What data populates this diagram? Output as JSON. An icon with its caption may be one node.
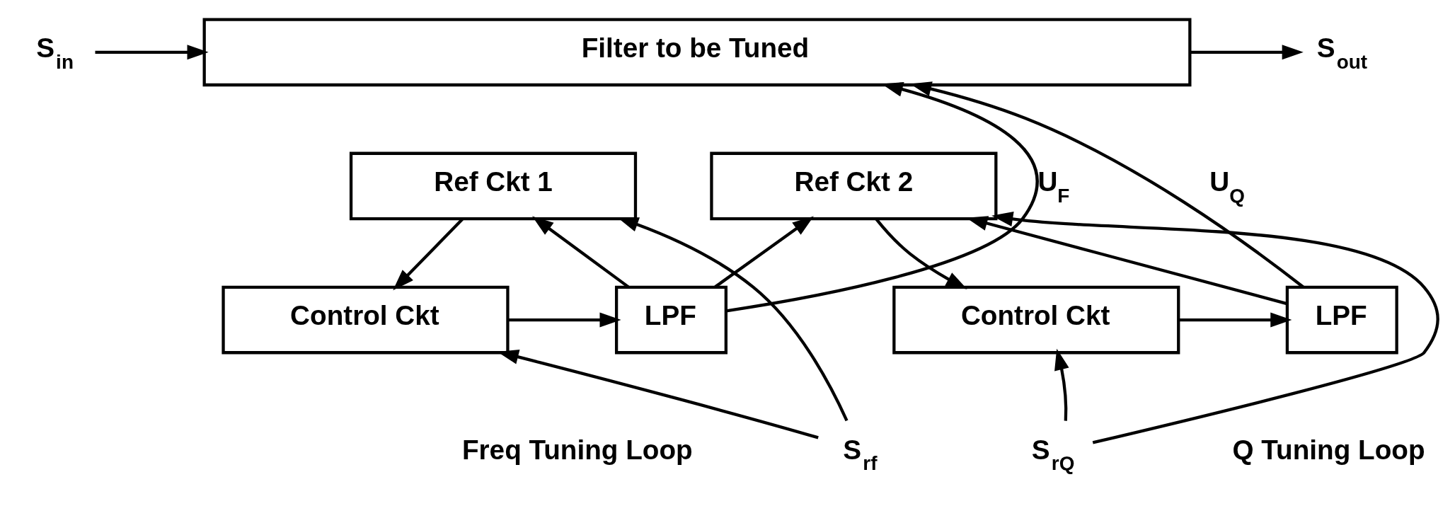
{
  "diagram": {
    "nodes": [
      {
        "text": [
          "Filter to be Tuned"
        ]
      },
      {
        "text": [
          "Ref Ckt 1"
        ]
      },
      {
        "text": [
          "Control Ckt"
        ]
      },
      {
        "text": [
          "LPF"
        ]
      },
      {
        "text": [
          "Ref Ckt 2"
        ]
      },
      {
        "text": [
          "Control Ckt"
        ]
      },
      {
        "text": [
          "LPF"
        ]
      },
      {
        "text": [
          "S$_{in}$"
        ]
      },
      {
        "text": [
          "S$_{out}$"
        ]
      },
      {
        "text": [
          "S$_{rf}$"
        ]
      },
      {
        "text": [
          "S$_{rQ}$"
        ]
      }
    ],
    "edges": [
      {
        "from": 7,
        "to": 0,
        "arrow": "to"
      },
      {
        "from": 0,
        "to": 8,
        "arrow": "to"
      },
      {
        "from": 3,
        "to": 0,
        "arrow": "to",
        "label": "U$_{F}$"
      },
      {
        "from": 3,
        "to": 1,
        "arrow": "to"
      },
      {
        "from": 3,
        "to": 4,
        "arrow": "to"
      },
      {
        "from": 6,
        "to": 0,
        "arrow": "to",
        "label": "U$_{Q}$"
      },
      {
        "from": 6,
        "to": 4,
        "arrow": "to"
      },
      {
        "from": 1,
        "to": 2,
        "arrow": "to"
      },
      {
        "from": 2,
        "to": 3,
        "arrow": "to"
      },
      {
        "from": 9,
        "to": 1,
        "arrow": "to"
      },
      {
        "from": 9,
        "to": 2,
        "arrow": "to"
      },
      {
        "from": 10,
        "to": 4,
        "arrow": "to"
      },
      {
        "from": 10,
        "to": 5,
        "arrow": "to"
      },
      {
        "from": 4,
        "to": 5,
        "arrow": "to"
      },
      {
        "from": 5,
        "to": 6,
        "arrow": "to"
      }
    ],
    "labels": [
      "Freq Tuning Loop",
      "Q Tuning Loop"
    ]
  }
}
